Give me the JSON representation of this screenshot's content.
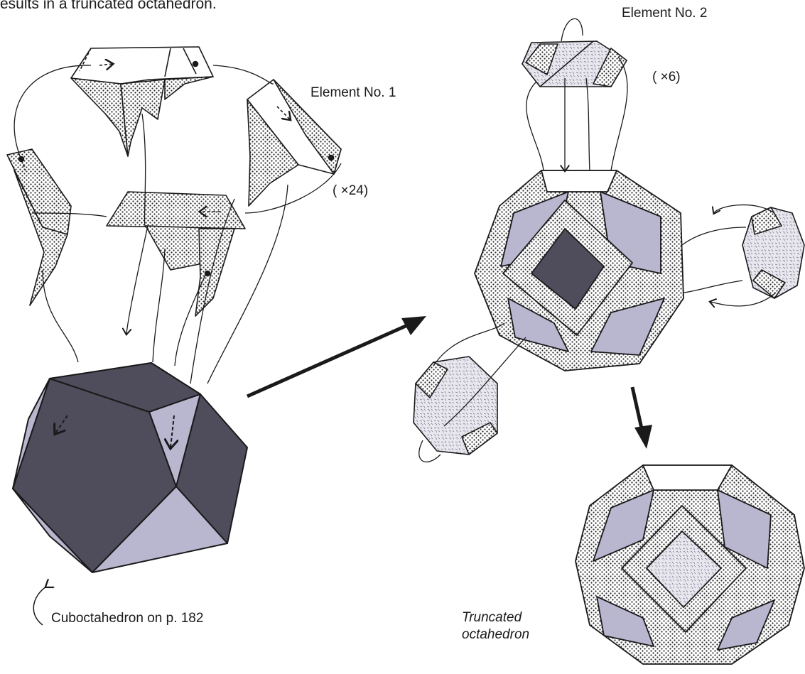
{
  "header_fragment": "esults in a truncated octahedron.",
  "labels": {
    "element1": "Element No. 1",
    "element1_count": "( ×24)",
    "element2": "Element No. 2",
    "element2_count": "( ×6)",
    "cuboctahedron_note": "Cuboctahedron on p. 182",
    "truncated_line1": "Truncated",
    "truncated_line2": "octahedron"
  },
  "colors": {
    "ink": "#1a1a1a",
    "light_face": "#b9b6d0",
    "dark_face": "#4f4d5c",
    "mid_face": "#8f8ca6",
    "square_face": "#d9d8e0",
    "dot_pattern": "#2a2a2a"
  }
}
